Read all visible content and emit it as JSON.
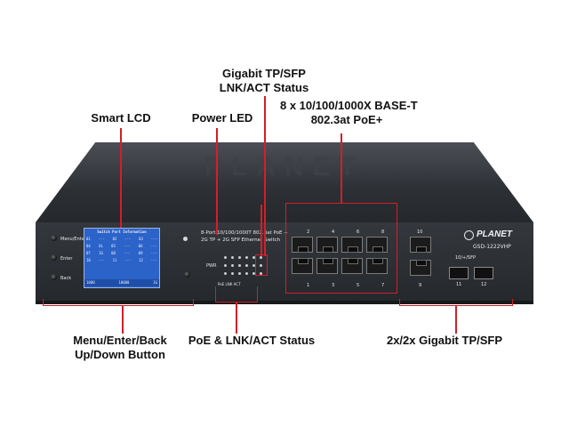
{
  "callouts": {
    "gigabit_status": [
      "Gigabit TP/SFP",
      "LNK/ACT Status"
    ],
    "ports_8x": [
      "8 x 10/100/1000X BASE-T",
      "802.3at PoE+"
    ],
    "smart_lcd": "Smart LCD",
    "power_led": "Power LED",
    "menu_buttons": [
      "Menu/Enter/Back",
      "Up/Down Button"
    ],
    "poe_status": "PoE & LNK/ACT Status",
    "sfp_2x": "2x/2x Gigabit TP/SFP"
  },
  "device": {
    "brand": "PLANET",
    "model": "GSD-1222VHP",
    "desc_line1": "8-Port 10/100/1000T 802.3at PoE +",
    "desc_line2": "2G TP + 2G SFP Ethernet Switch",
    "side_labels": [
      "Menu/Enter",
      "Enter",
      "Back"
    ],
    "lcd_title": "Switch Port Information",
    "lcd_rows": [
      [
        "01",
        "---",
        "02",
        "---",
        "03",
        "---"
      ],
      [
        "04",
        "UL",
        "05",
        "---",
        "06",
        "---"
      ],
      [
        "07",
        "1G",
        "08",
        "---",
        "09",
        "---"
      ],
      [
        "10",
        "---",
        "11",
        "---",
        "12",
        "---"
      ]
    ],
    "lcd_footer": [
      "1000",
      "10000",
      "1G"
    ],
    "port_numbers_top": [
      "2",
      "4",
      "6",
      "8"
    ],
    "port_numbers_bottom": [
      "1",
      "3",
      "5",
      "7"
    ],
    "uplink_numbers": [
      "10",
      "9"
    ],
    "sfp_numbers": [
      "11",
      "12"
    ],
    "sfp_group_label": "10/+/SFP",
    "pwr_label": "PWR",
    "led_legend": "PoE LNK ACT"
  },
  "colors": {
    "callout_line": "#d0202a",
    "chassis": "#2c2f34",
    "lcd": "#2c63c9"
  }
}
